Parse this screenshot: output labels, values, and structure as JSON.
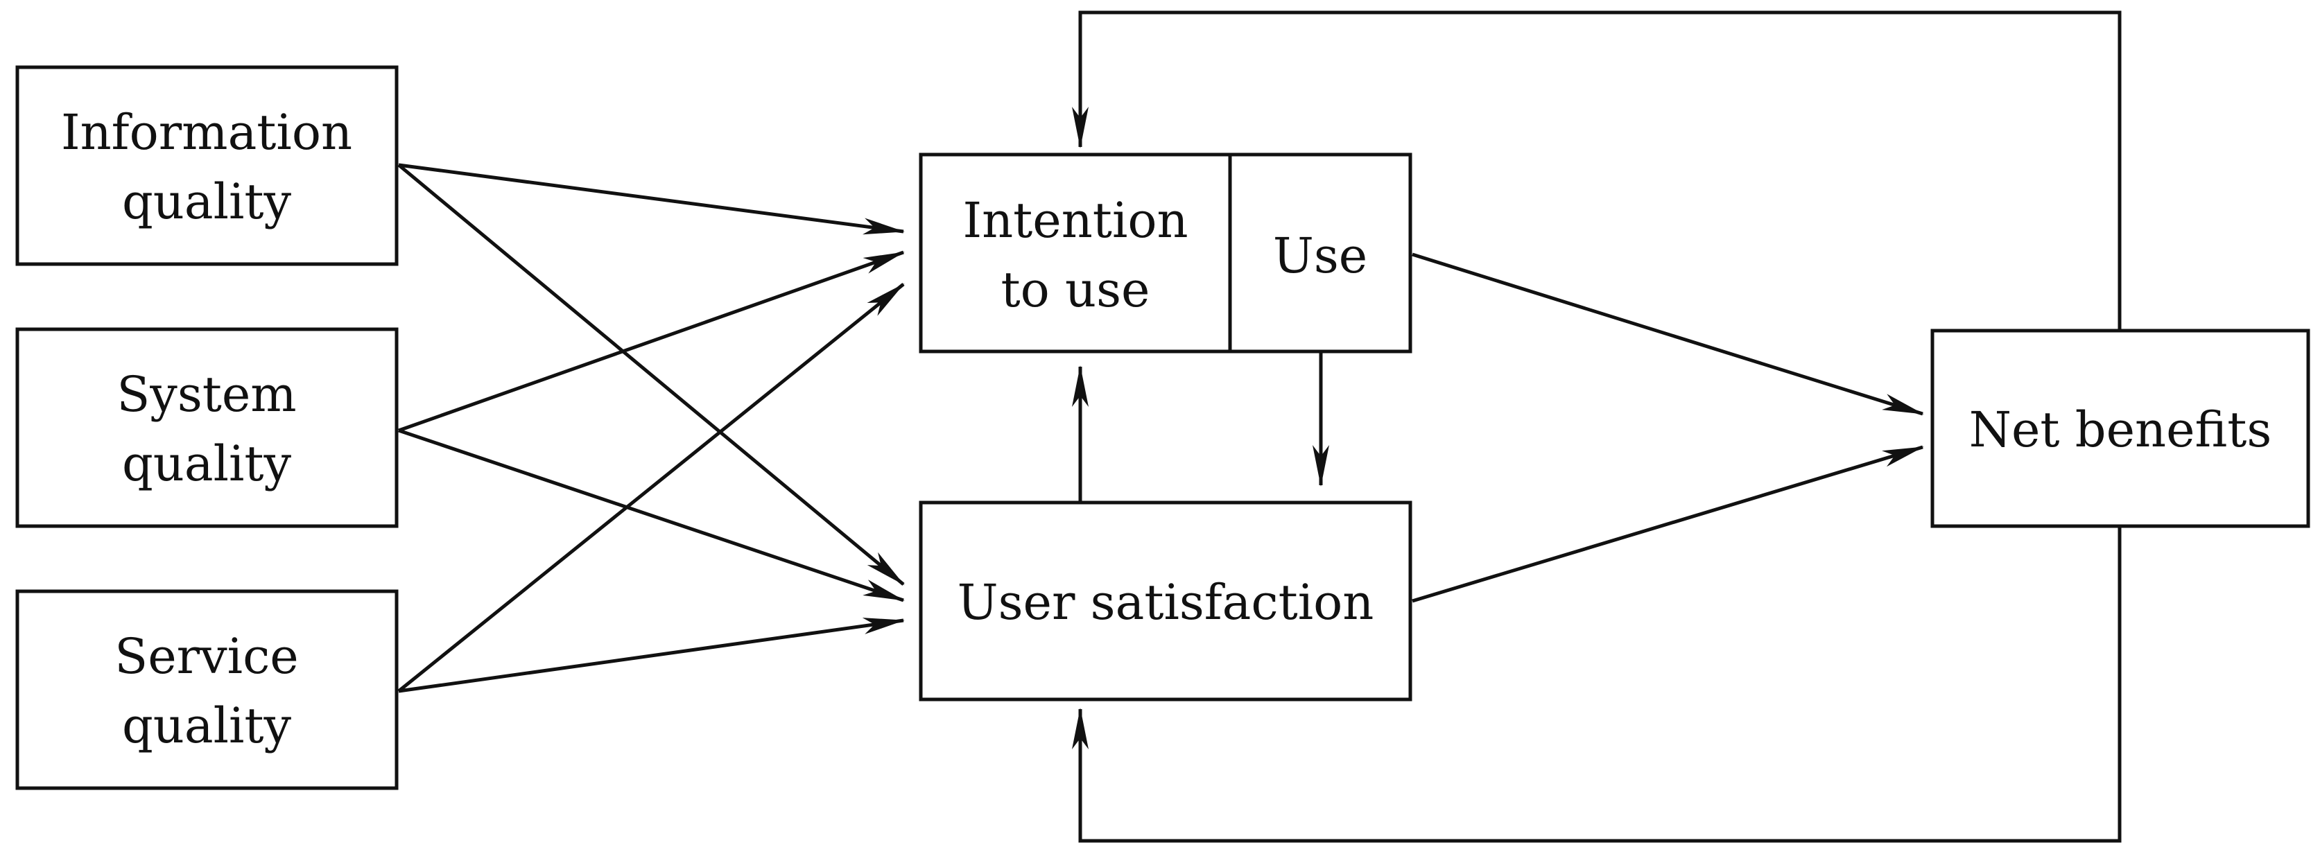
{
  "nodes": {
    "information_quality": {
      "line1": "Information",
      "line2": "quality"
    },
    "system_quality": {
      "line1": "System",
      "line2": "quality"
    },
    "service_quality": {
      "line1": "Service",
      "line2": "quality"
    },
    "intention_to_use": {
      "line1": "Intention",
      "line2": "to use"
    },
    "use": {
      "label": "Use"
    },
    "user_satisfaction": {
      "label": "User satisfaction"
    },
    "net_benefits": {
      "label": "Net benefits"
    }
  },
  "edges": [
    {
      "from": "Information quality",
      "to": "Intention to use"
    },
    {
      "from": "Information quality",
      "to": "User satisfaction"
    },
    {
      "from": "System quality",
      "to": "Intention to use"
    },
    {
      "from": "System quality",
      "to": "User satisfaction"
    },
    {
      "from": "Service quality",
      "to": "Intention to use"
    },
    {
      "from": "Service quality",
      "to": "User satisfaction"
    },
    {
      "from": "User satisfaction",
      "to": "Intention to use"
    },
    {
      "from": "Use",
      "to": "User satisfaction"
    },
    {
      "from": "Use",
      "to": "Net benefits"
    },
    {
      "from": "User satisfaction",
      "to": "Net benefits"
    },
    {
      "from": "Net benefits",
      "to": "Intention to use"
    },
    {
      "from": "Net benefits",
      "to": "User satisfaction"
    }
  ],
  "colors": {
    "stroke": "#111111",
    "background": "#ffffff"
  }
}
